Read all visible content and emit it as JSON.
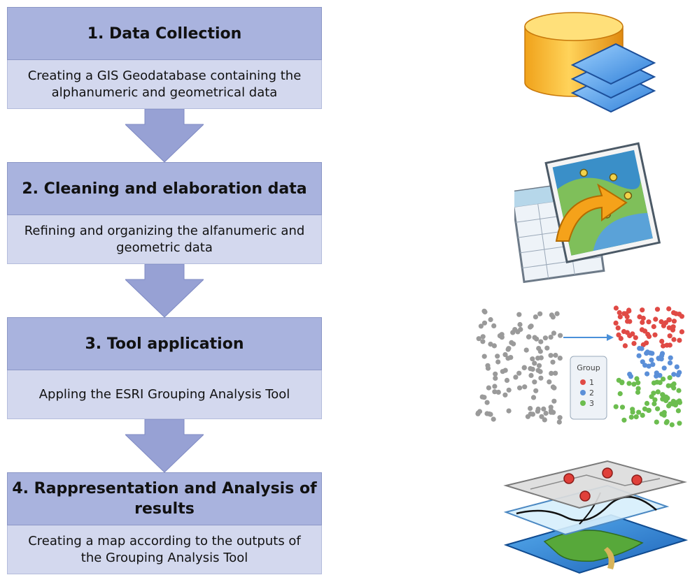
{
  "steps": [
    {
      "title": "1. Data Collection",
      "description": "Creating a GIS Geodatabase containing the alphanumeric and geometrical data"
    },
    {
      "title": "2. Cleaning and elaboration data",
      "description": "Refining and organizing the alfanumeric and geometric data"
    },
    {
      "title": "3. Tool application",
      "description": "Appling the ESRI Grouping Analysis Tool"
    },
    {
      "title": "4. Rappresentation and Analysis of results",
      "description": "Creating a map according to the outputs of the Grouping Analysis Tool"
    }
  ],
  "cluster_legend": {
    "title": "Group",
    "items": [
      "1",
      "2",
      "3"
    ]
  },
  "colors": {
    "header": "#a9b3de",
    "body": "#d3d8ee",
    "arrow": "#97a1d4",
    "group1": "#e04a45",
    "group2": "#5b8fd8",
    "group3": "#6cbd4f",
    "unclustered": "#9a9a9a"
  },
  "icons": [
    "database-layers-icon",
    "table-to-map-icon",
    "cluster-analysis-icon",
    "map-layers-icon"
  ]
}
